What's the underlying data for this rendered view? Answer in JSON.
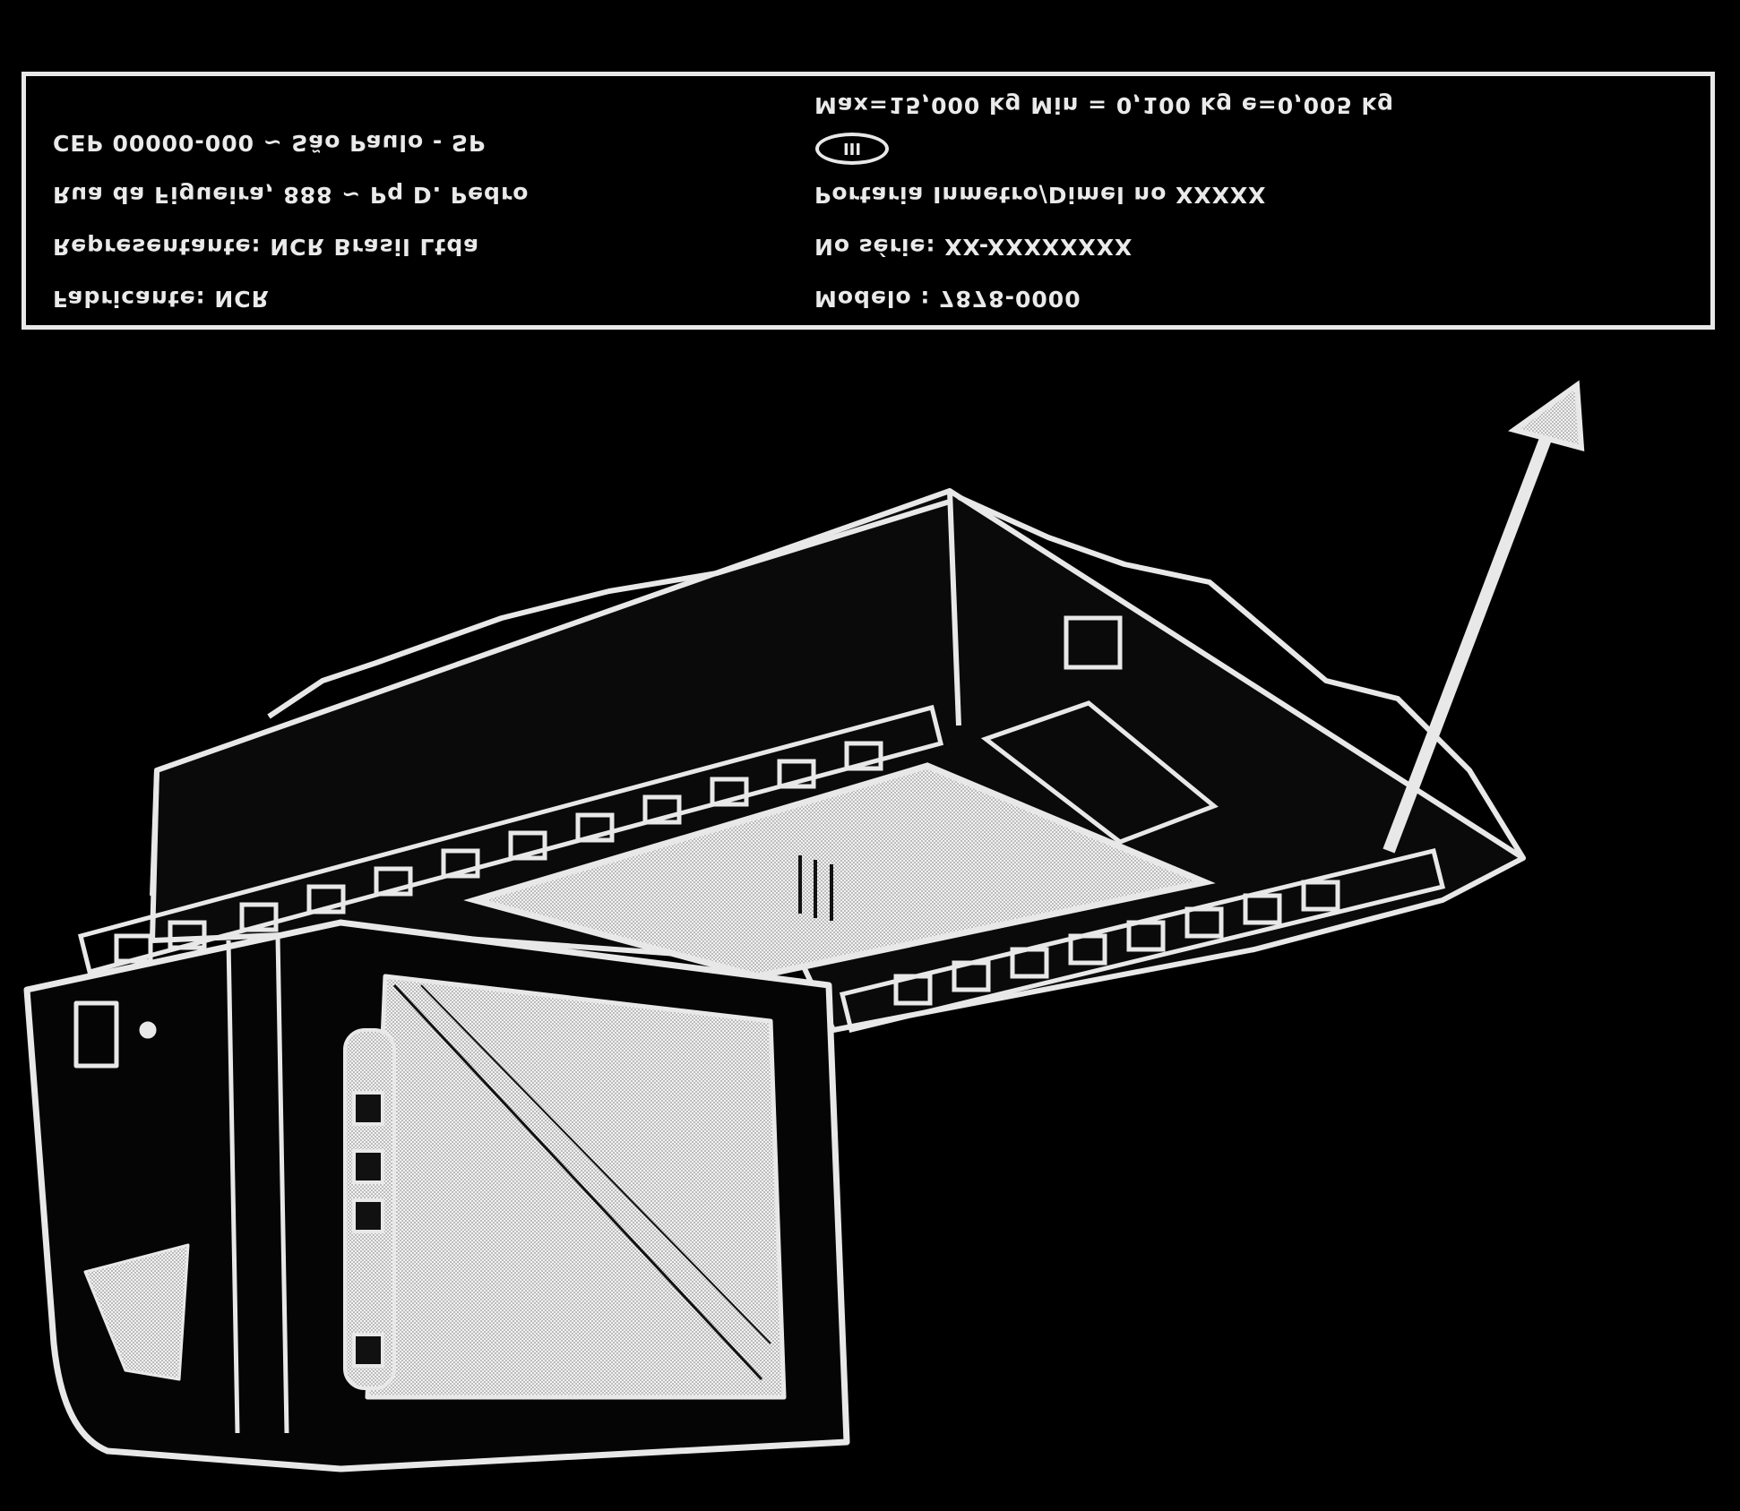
{
  "label_panel": {
    "left_column": [
      "CEP 00000-000 ~ São Paulo - SP",
      "Rua da Figueira, 888 ~ Pq D. Pedro",
      "Representante: NCR Brasil Ltda",
      "Fabricante: NCR"
    ],
    "right_column": [
      "Max=15,000 kg    Min = 0,100 kg e=0,005 kg",
      "Portaria Inmetro/Dimel no XXXXX",
      "No série: XX-XXXXXXXX",
      "Modelo : 7878-0000"
    ],
    "inmetro_mark": "III"
  },
  "colors": {
    "background": "#000000",
    "line": "#e8e8e8",
    "glass": "#d9d9d9"
  },
  "icons": {
    "lift_arrow": "arrow-up-right-icon",
    "inmetro_seal": "inmetro-seal-icon"
  }
}
